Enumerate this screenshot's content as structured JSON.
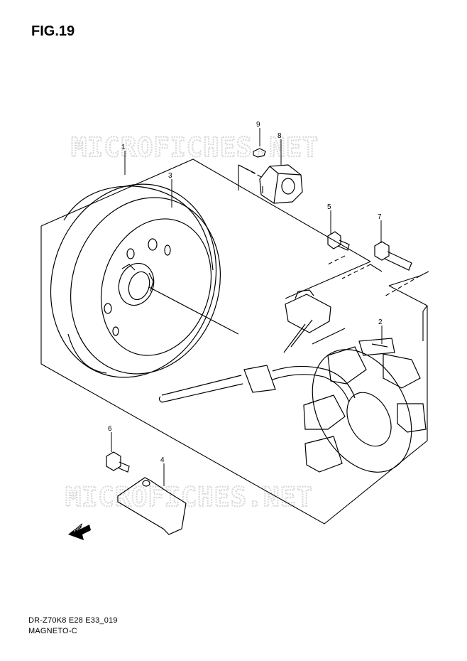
{
  "figure": {
    "title": "FIG.19"
  },
  "watermark": {
    "text": "MICROFICHES.NET",
    "color": "#d9d9d9"
  },
  "callouts": [
    "1",
    "2",
    "3",
    "4",
    "5",
    "6",
    "7",
    "8",
    "9"
  ],
  "fwd_label": "FWD",
  "footer": {
    "code": "DR-Z70K8 E28 E33_019",
    "name": "MAGNETO-C"
  }
}
